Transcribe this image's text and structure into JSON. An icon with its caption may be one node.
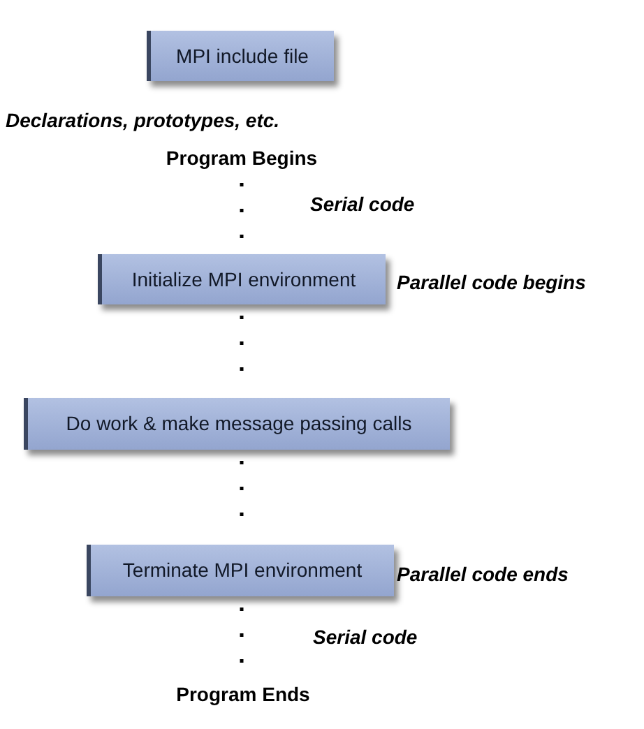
{
  "diagram": {
    "nodes": [
      {
        "text": [
          "MPI include file"
        ]
      },
      {
        "text": [
          "Program Begins"
        ]
      },
      {
        "text": [
          "Initialize MPI environment"
        ]
      },
      {
        "text": [
          "Do work & make message passing calls"
        ]
      },
      {
        "text": [
          "Terminate MPI environment"
        ]
      },
      {
        "text": [
          "Program Ends"
        ]
      }
    ],
    "edges": [
      {
        "from": 1,
        "to": 2,
        "arrow": "none",
        "style": "dashed"
      },
      {
        "from": 2,
        "to": 3,
        "arrow": "none",
        "style": "dashed"
      },
      {
        "from": 3,
        "to": 4,
        "arrow": "none",
        "style": "dashed"
      },
      {
        "from": 4,
        "to": 5,
        "arrow": "none",
        "style": "dashed"
      }
    ],
    "labels": [
      "Declarations, prototypes, etc.",
      "Serial code",
      "Parallel code begins",
      "Parallel code ends",
      "Serial code"
    ]
  }
}
